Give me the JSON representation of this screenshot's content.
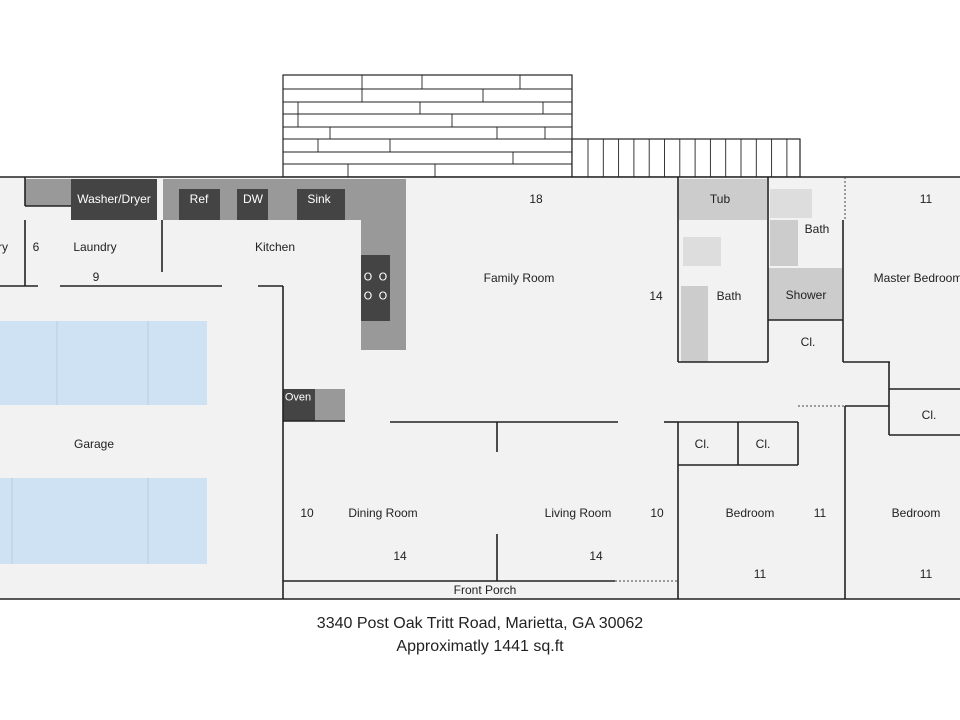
{
  "rooms": {
    "pantry_partial": "ry",
    "laundry": "Laundry",
    "laundry_dim_a": "6",
    "laundry_dim_b": "9",
    "kitchen": "Kitchen",
    "family_room": "Family Room",
    "family_room_dim_a": "18",
    "family_room_dim_b": "14",
    "garage": "Garage",
    "bath_hall": "Bath",
    "bath_master": "Bath",
    "master_bedroom": "Master Bedroom",
    "master_bedroom_dim": "11",
    "closet_master": "Cl.",
    "closet_right": "Cl.",
    "closet_bed_1": "Cl.",
    "closet_bed_2": "Cl.",
    "dining_room": "Dining Room",
    "dining_room_dim_a": "10",
    "dining_room_dim_b": "14",
    "living_room": "Living Room",
    "living_room_dim_a": "10",
    "living_room_dim_b": "14",
    "bedroom_1": "Bedroom",
    "bedroom_1_dim_a": "11",
    "bedroom_1_dim_b": "11",
    "bedroom_2": "Bedroom",
    "bedroom_2_dim": "11",
    "front_porch": "Front Porch"
  },
  "fixtures": {
    "washer_dryer": "Washer/Dryer",
    "ref": "Ref",
    "dw": "DW",
    "sink": "Sink",
    "oven": "Oven",
    "tub": "Tub",
    "shower": "Shower",
    "burner": "O"
  },
  "footer": {
    "address": "3340 Post Oak Tritt Road, Marietta, GA 30062",
    "area": "Approximatly 1441 sq.ft"
  },
  "colors": {
    "floor": "#f2f2f2",
    "wall": "#222222",
    "counter": "#999999",
    "appliance": "#444444",
    "bath_fixture": "#cccccc",
    "car": "#cfe2f3"
  }
}
